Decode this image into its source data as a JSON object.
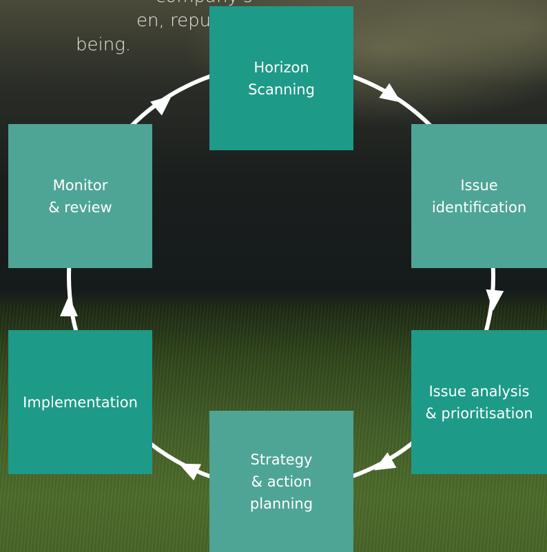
{
  "intro_text": {
    "line1": "company's",
    "line2": "en, reputation",
    "line3": "being."
  },
  "steps": [
    {
      "label": "Horizon\nScanning",
      "color": "#1e9a89"
    },
    {
      "label": "Issue\nidentification",
      "color": "#4ea595"
    },
    {
      "label": "Issue analysis\n& prioritisation",
      "color": "#1e9a89"
    },
    {
      "label": "Strategy\n& action\nplanning",
      "color": "#4ea595"
    },
    {
      "label": "Implementation",
      "color": "#1e9a89"
    },
    {
      "label": "Monitor\n& review",
      "color": "#4ea595"
    }
  ],
  "colors": {
    "teal_dark": "#1e9a89",
    "teal_light": "#4ea595",
    "cycle_line": "#ffffff"
  }
}
